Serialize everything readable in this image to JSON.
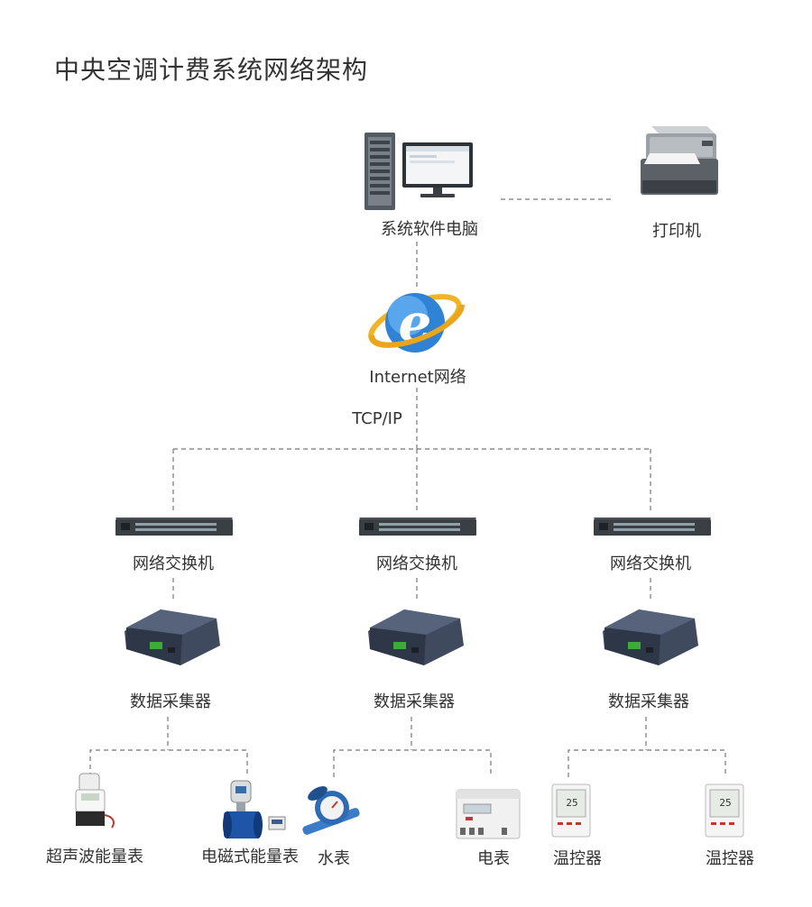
{
  "title": "中央空调计费系统网络架构",
  "nodes": {
    "computer": "系统软件电脑",
    "printer": "打印机",
    "internet": "Internet网络",
    "protocol": "TCP/IP",
    "switch_1": "网络交换机",
    "switch_2": "网络交换机",
    "switch_3": "网络交换机",
    "collector_1": "数据采集器",
    "collector_2": "数据采集器",
    "collector_3": "数据采集器",
    "ultrasonic_meter": "超声波能量表",
    "em_meter": "电磁式能量表",
    "water_meter": "水表",
    "electric_meter": "电表",
    "thermostat_1": "温控器",
    "thermostat_2": "温控器"
  }
}
